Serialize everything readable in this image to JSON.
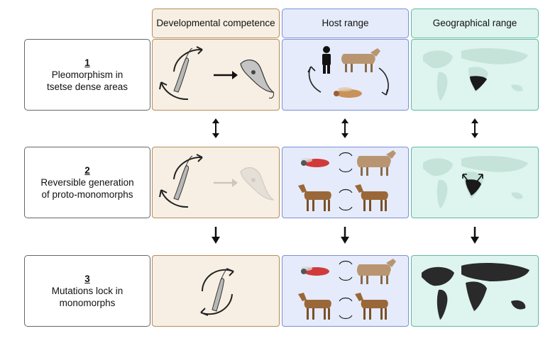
{
  "headers": {
    "developmental": "Developmental competence",
    "host": "Host range",
    "geographical": "Geographical range"
  },
  "rows": [
    {
      "number": "1",
      "line1": "Pleomorphism in",
      "line2": "tsetse dense areas"
    },
    {
      "number": "2",
      "line1": "Reversible generation",
      "line2": "of proto-monomorphs"
    },
    {
      "number": "3",
      "line1": "Mutations lock in",
      "line2": "monomorphs"
    }
  ],
  "colors": {
    "dev_fill": "#f7efe3",
    "dev_border": "#b98a5a",
    "host_fill": "#e5ebfa",
    "host_border": "#7d8fd6",
    "geo_fill": "#def4ee",
    "geo_border": "#5fb9a2"
  }
}
